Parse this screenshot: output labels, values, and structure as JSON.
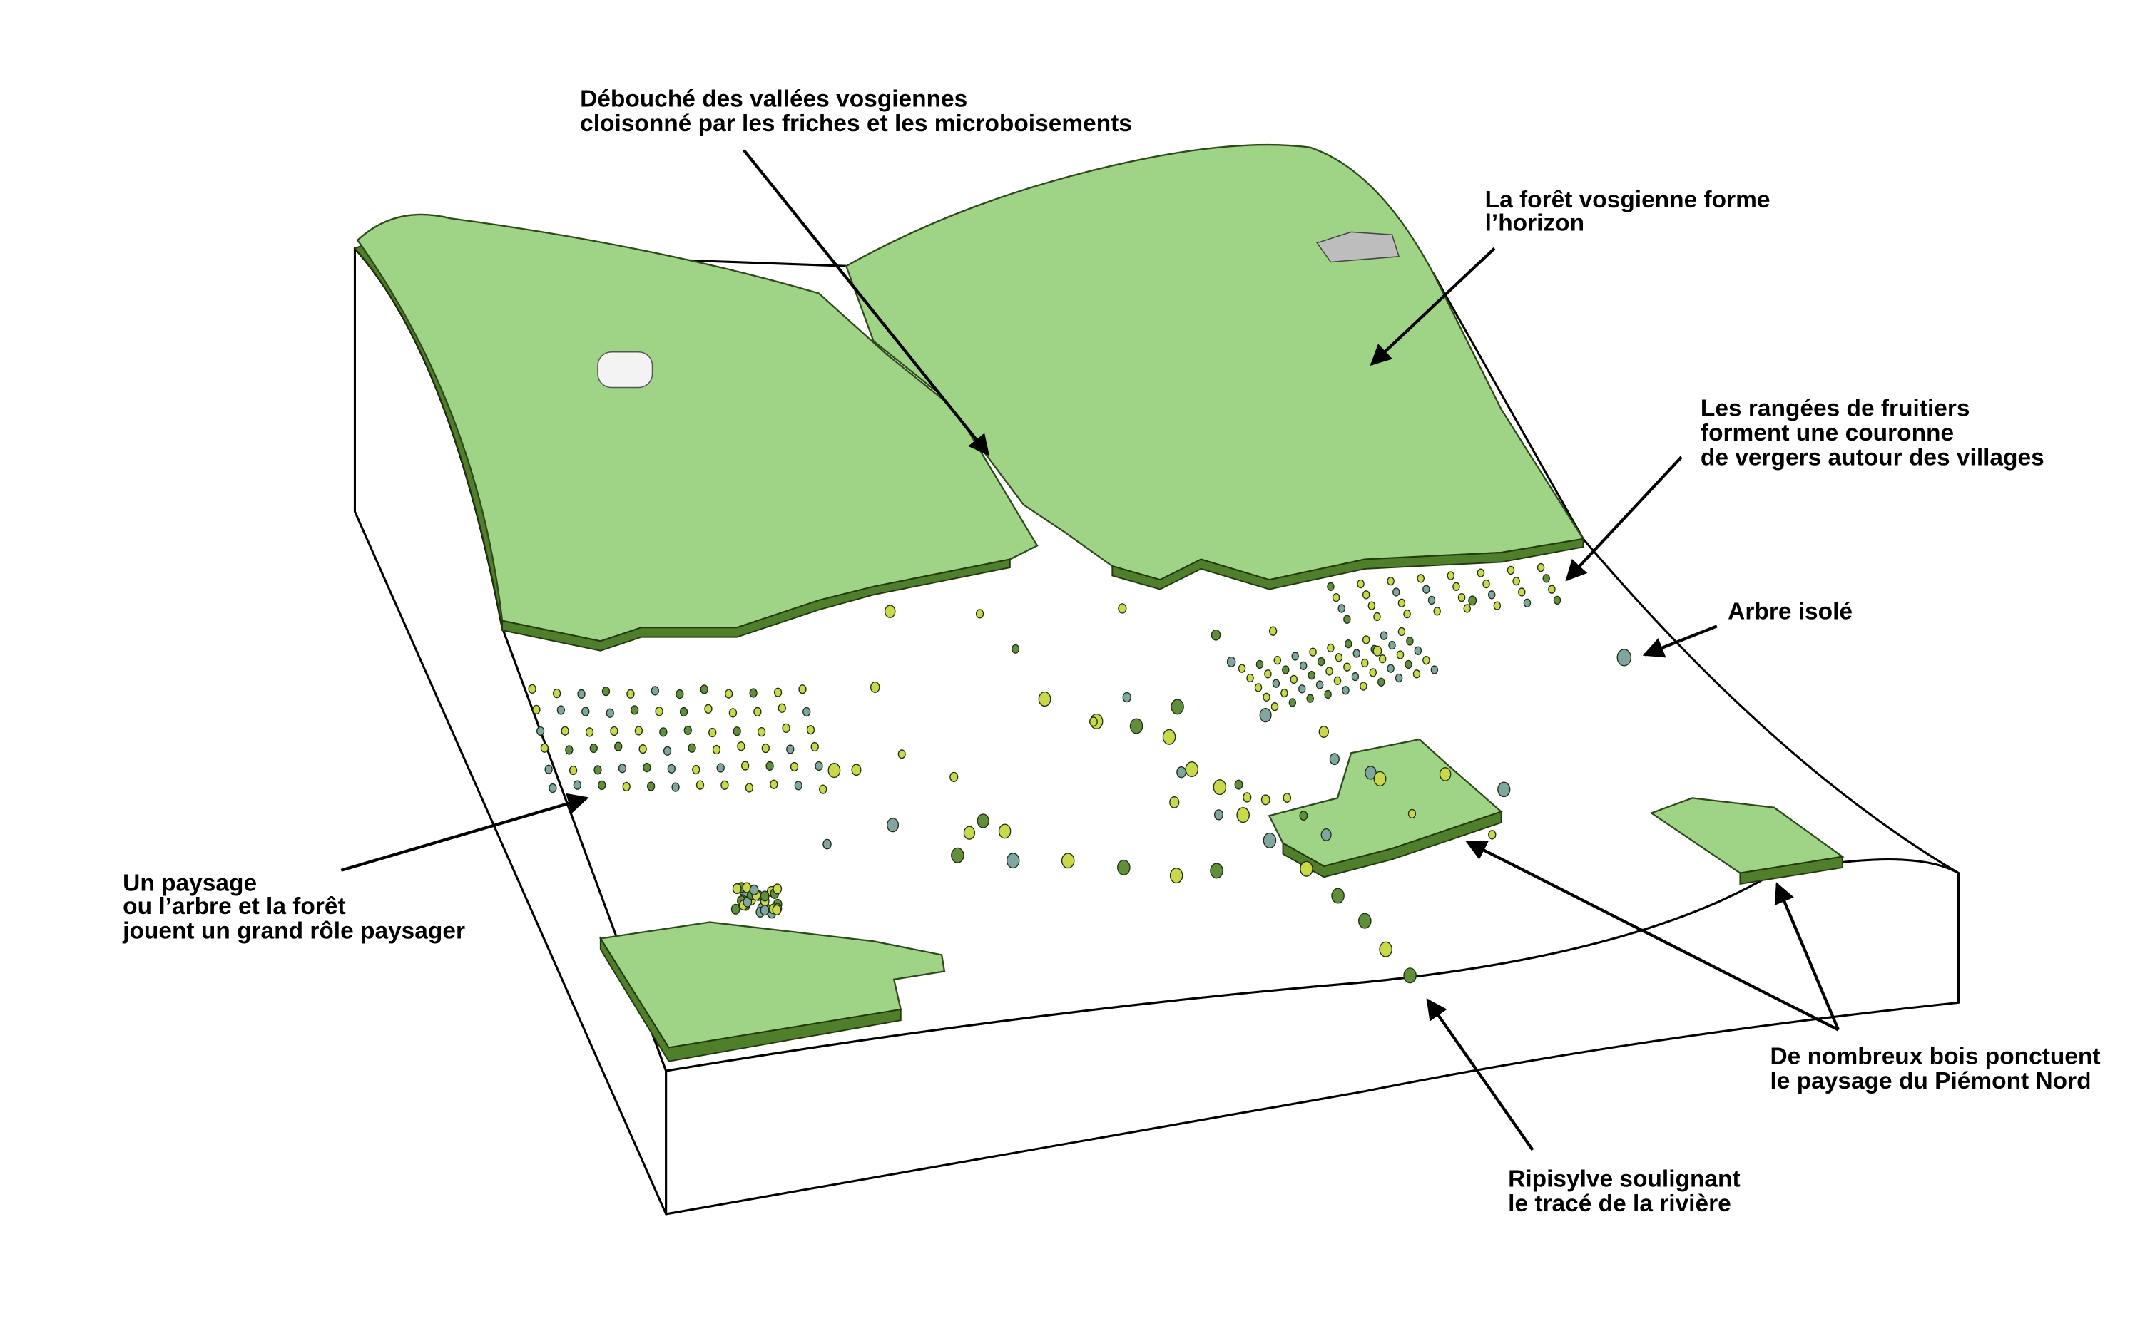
{
  "colors": {
    "forest_top": "#9fd487",
    "forest_edge": "#4f7f2a",
    "tree_light": "#c9d94a",
    "tree_dark": "#5f8f3a",
    "tree_blue": "#7fa6a0"
  },
  "annotations": [
    {
      "id": "debouche",
      "lines": [
        "Débouché des vallées vosgiennes",
        "cloisonné par les friches et les microboisements"
      ]
    },
    {
      "id": "foret",
      "lines": [
        "La forêt vosgienne forme",
        "l’horizon"
      ]
    },
    {
      "id": "vergers",
      "lines": [
        "Les rangées de fruitiers",
        "forment une couronne",
        "de vergers autour des villages"
      ]
    },
    {
      "id": "arbre",
      "lines": [
        "Arbre isolé"
      ]
    },
    {
      "id": "paysage",
      "lines": [
        "Un paysage",
        "ou l’arbre et la forêt",
        "jouent un grand rôle paysager"
      ]
    },
    {
      "id": "bois",
      "lines": [
        "De nombreux bois ponctuent",
        "le paysage du Piémont Nord"
      ]
    },
    {
      "id": "ripisylve",
      "lines": [
        "Ripisylve soulignant",
        "le tracé de la rivière"
      ]
    }
  ]
}
